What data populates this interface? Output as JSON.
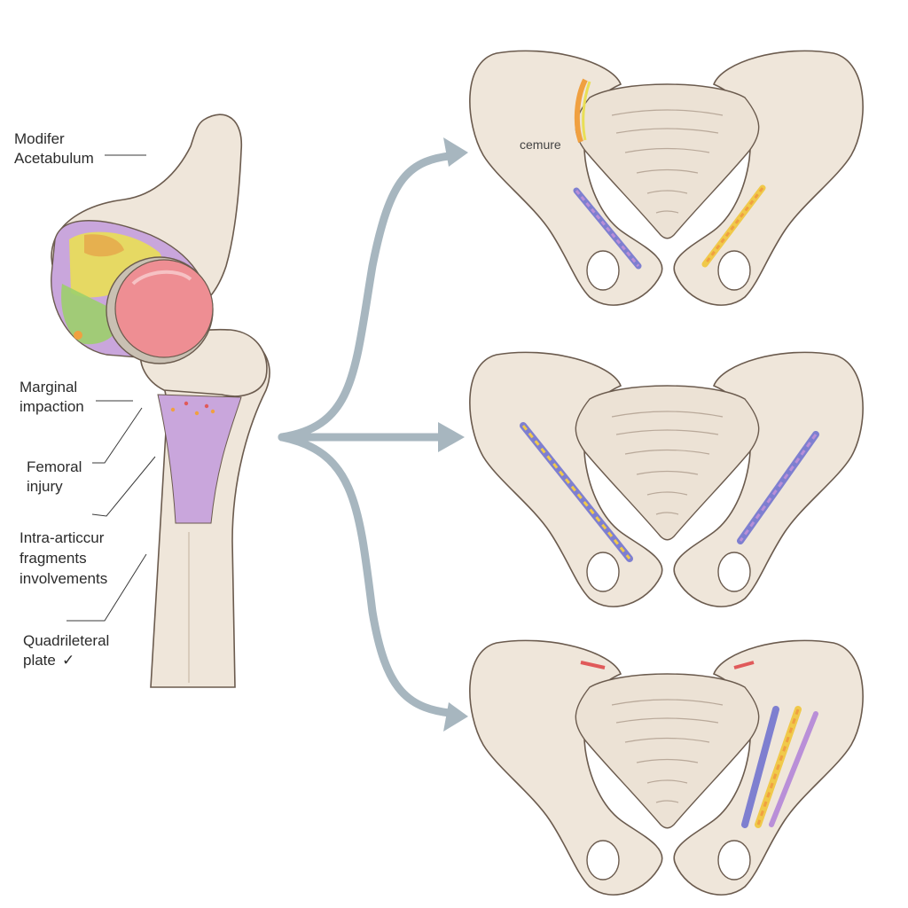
{
  "labels": {
    "modifier_line1": "Modifer",
    "modifier_line2": "Acetabulum",
    "marginal_line1": "Marginal",
    "marginal_line2": "impaction",
    "femoral_line1": "Femoral",
    "femoral_line2": "injury",
    "intra_line1": "Intra-articcur",
    "intra_line2": "fragments",
    "intra_line3": "involvements",
    "quad_line1": "Quadrileteral",
    "quad_line2": "plate",
    "pelvis_top_tag": "cemure"
  },
  "colors": {
    "bone": "#efe6da",
    "bone_outline": "#6b5b4e",
    "arrow": "#a7b6bf",
    "femoral_head": "#ee8e93",
    "marrow": "#c9a6dc",
    "fragment_yellow": "#e9df55",
    "fragment_green": "#9ccf6c",
    "fragment_purple": "#b98fd8",
    "plate_blue": "#7e7fd0",
    "plate_yellow": "#f0c94a",
    "plate_orange": "#f0a040",
    "injury_red": "#e05a5a"
  },
  "icons": [
    "arrow-right-icon",
    "check-icon",
    "plate-screw-icon"
  ]
}
